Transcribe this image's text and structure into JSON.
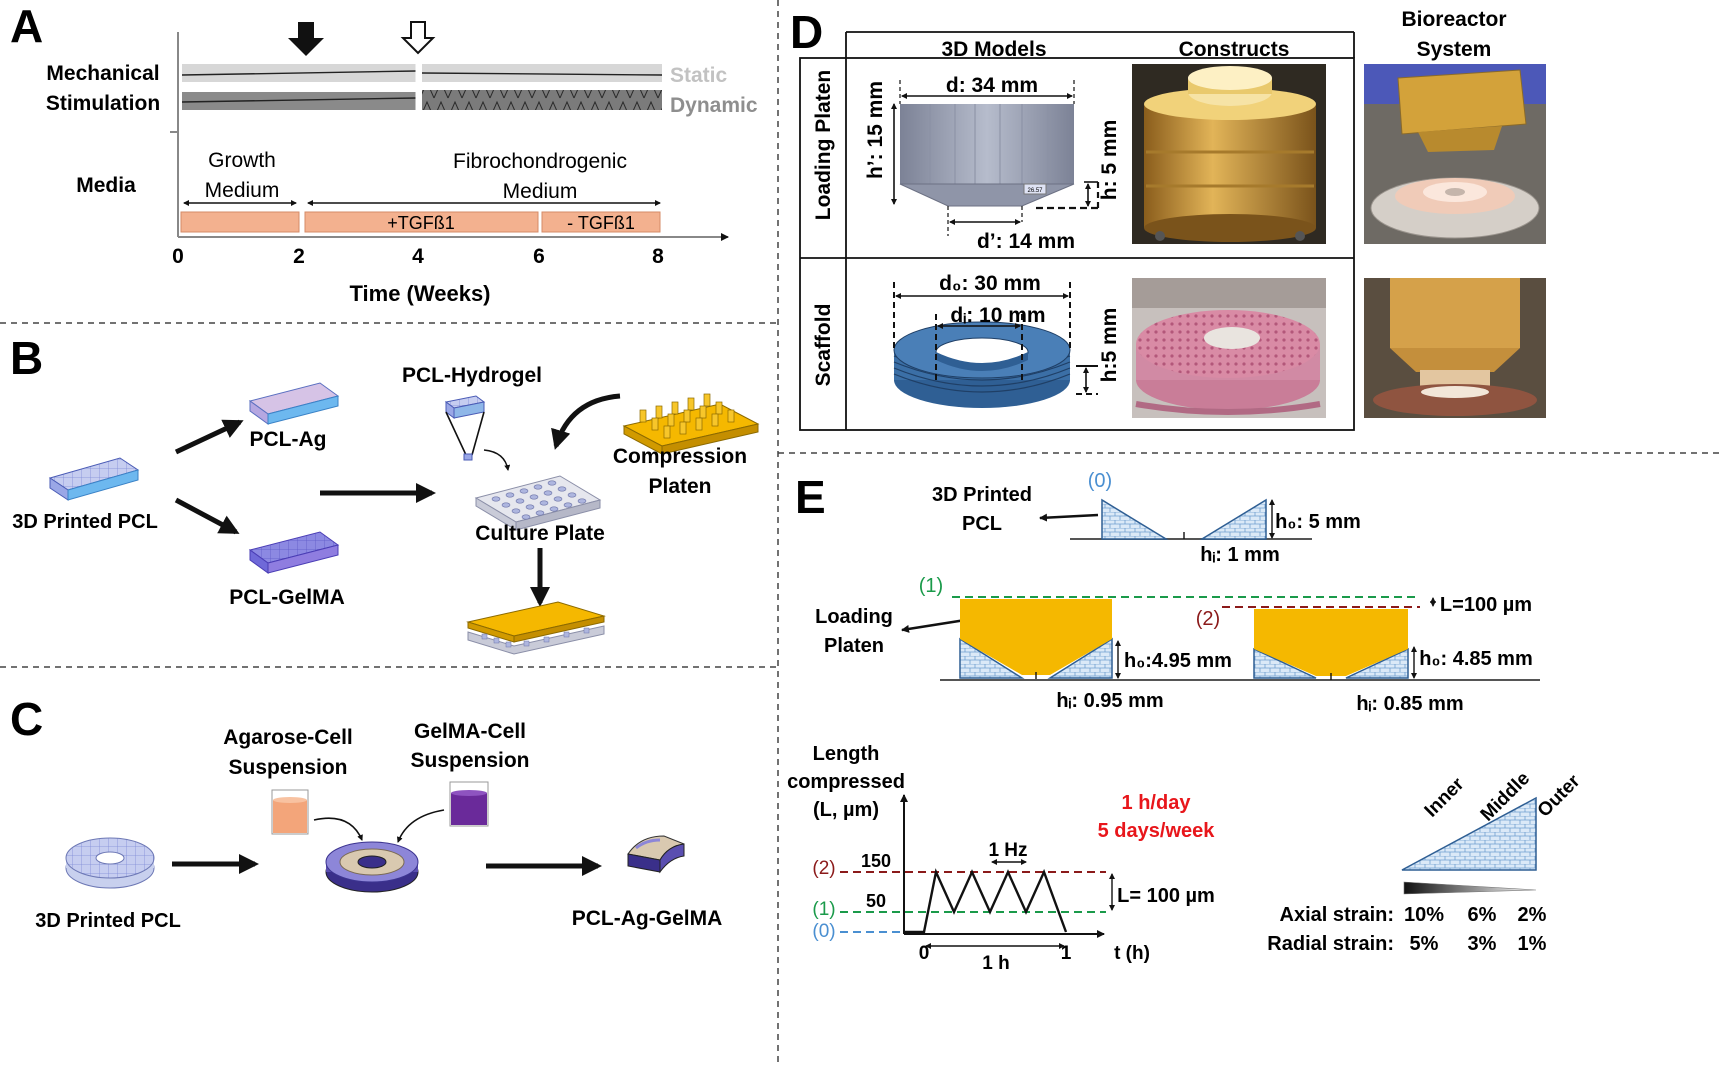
{
  "panels": {
    "A": {
      "letter": "A",
      "mech_label_1": "Mechanical",
      "mech_label_2": "Stimulation",
      "static": "Static",
      "dynamic": "Dynamic",
      "media": "Media",
      "growth_1": "Growth",
      "growth_2": "Medium",
      "fibro_1": "Fibrochondrogenic",
      "fibro_2": "Medium",
      "tgf_plus": "+TGFß1",
      "tgf_minus": "- TGFß1",
      "ticks": [
        "0",
        "2",
        "4",
        "6",
        "8"
      ],
      "xlabel": "Time (Weeks)"
    },
    "B": {
      "letter": "B",
      "pcl": "3D Printed PCL",
      "pcl_ag": "PCL-Ag",
      "pcl_gelma": "PCL-GelMA",
      "pcl_hydrogel": "PCL-Hydrogel",
      "compression_1": "Compression",
      "compression_2": "Platen",
      "culture": "Culture Plate"
    },
    "C": {
      "letter": "C",
      "pcl": "3D Printed PCL",
      "agarose_1": "Agarose-Cell",
      "agarose_2": "Suspension",
      "gelma_1": "GelMA-Cell",
      "gelma_2": "Suspension",
      "final": "PCL-Ag-GelMA"
    },
    "D": {
      "letter": "D",
      "col_models": "3D Models",
      "col_constructs": "Constructs",
      "bioreactor_1": "Bioreactor",
      "bioreactor_2": "System",
      "row_platen": "Loading Platen",
      "row_scaffold": "Scaffold",
      "d": "d: 34 mm",
      "h_prime": "h’: 15 mm",
      "h": "h: 5 mm",
      "d_prime": "d’: 14 mm",
      "platen_tag": "26.57",
      "do": "d₀: 30 mm",
      "di": "dᵢ: 10 mm",
      "h_scaffold": "h:5 mm"
    },
    "E": {
      "letter": "E",
      "printed_1": "3D Printed",
      "printed_2": "PCL",
      "state0": "(0)",
      "state1": "(1)",
      "state2": "(2)",
      "ho_5": "h₀: 5 mm",
      "hi_1": "hᵢ: 1 mm",
      "L100": "L=100 µm",
      "loading_1": "Loading",
      "loading_2": "Platen",
      "ho_495": "h₀:4.95 mm",
      "hi_095": "hᵢ: 0.95 mm",
      "ho_485": "h₀: 4.85 mm",
      "hi_085": "hᵢ: 0.85 mm",
      "ylabel_1": "Length",
      "ylabel_2": "compressed",
      "ylabel_3": "(L, µm)",
      "y150": "150",
      "y50": "50",
      "freq": "1 Hz",
      "L_eq": "L= 100 µm",
      "x0": "0",
      "x1": "1",
      "xunit": "t (h)",
      "duration": "1 h",
      "schedule_1": "1 h/day",
      "schedule_2": "5 days/week",
      "inner": "Inner",
      "middle": "Middle",
      "outer": "Outer",
      "axial_label": "Axial strain:",
      "axial_values": [
        "10%",
        "6%",
        "2%"
      ],
      "radial_label": "Radial strain:",
      "radial_values": [
        "5%",
        "3%",
        "1%"
      ]
    }
  },
  "colors": {
    "orange": "#f3b18f",
    "gold": "#f5b800",
    "blue": "#2f5f94",
    "light_blue": "#5ea3d8",
    "green": "#1a9a4a",
    "maroon": "#8b1a1a",
    "red": "#e8161b"
  }
}
